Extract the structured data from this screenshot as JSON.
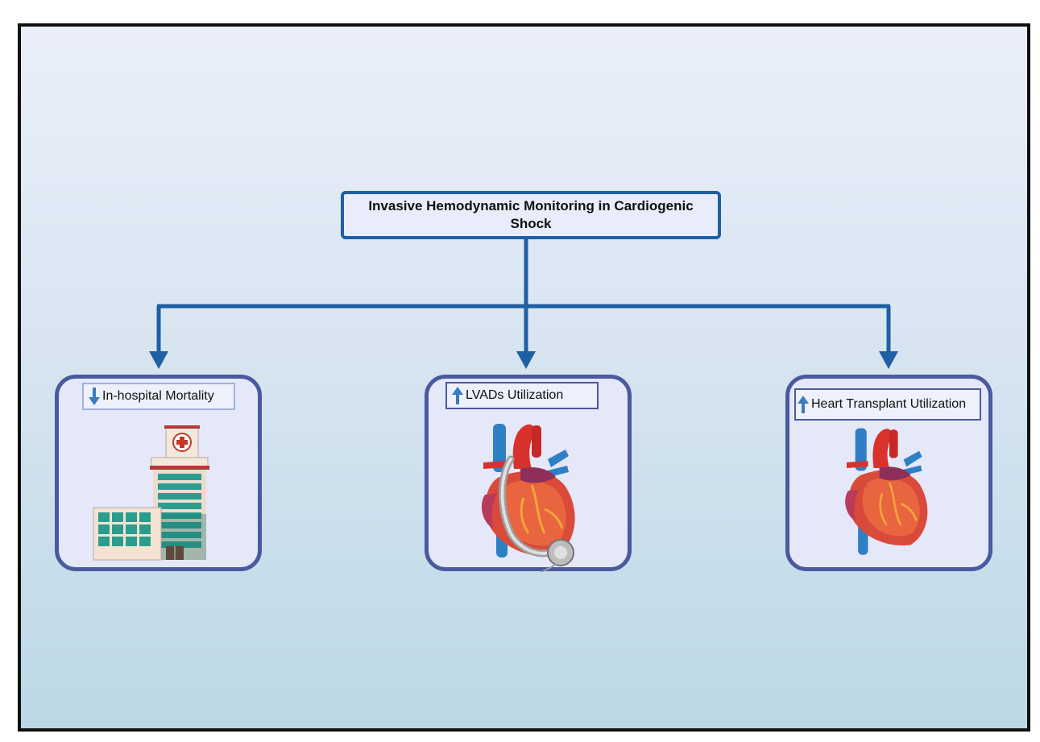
{
  "diagram": {
    "title": "Invasive Hemodynamic Monitoring in Cardiogenic Shock",
    "outcomes": [
      {
        "label": "In-hospital Mortality",
        "direction": "down",
        "icon": "hospital-building-icon"
      },
      {
        "label": "LVADs Utilization",
        "direction": "up",
        "icon": "heart-with-lvad-icon"
      },
      {
        "label": "Heart Transplant Utilization",
        "direction": "up",
        "icon": "heart-icon"
      }
    ]
  },
  "colors": {
    "connector": "#1f5fa3",
    "card_border": "#4a5a9e",
    "arrow_indicator": "#3a7cc0",
    "frame": "#111111"
  }
}
